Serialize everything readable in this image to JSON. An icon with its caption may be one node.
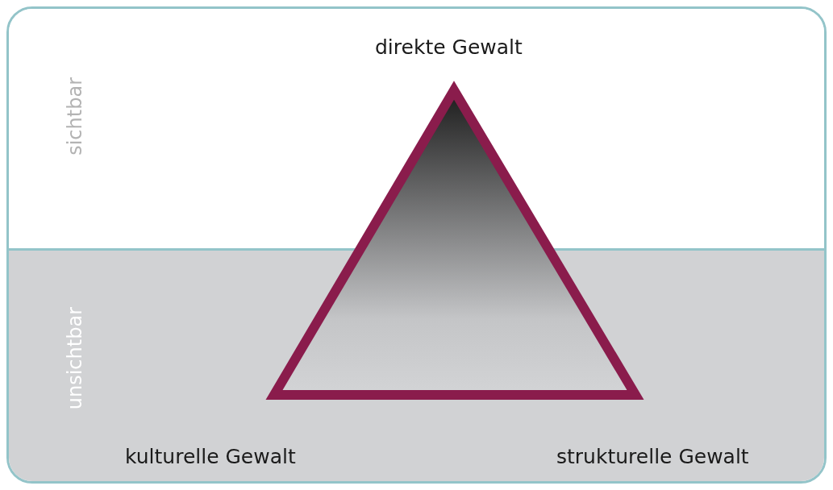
{
  "diagram": {
    "nodes": [
      {
        "text": [
          "sichtbar"
        ]
      },
      {
        "text": [
          "unsichtbar"
        ]
      },
      {
        "text": [],
        "shape": "triangle"
      }
    ],
    "edges": [],
    "labels": [
      "direkte Gewalt",
      "kulturelle Gewalt",
      "strukturelle Gewalt"
    ]
  }
}
